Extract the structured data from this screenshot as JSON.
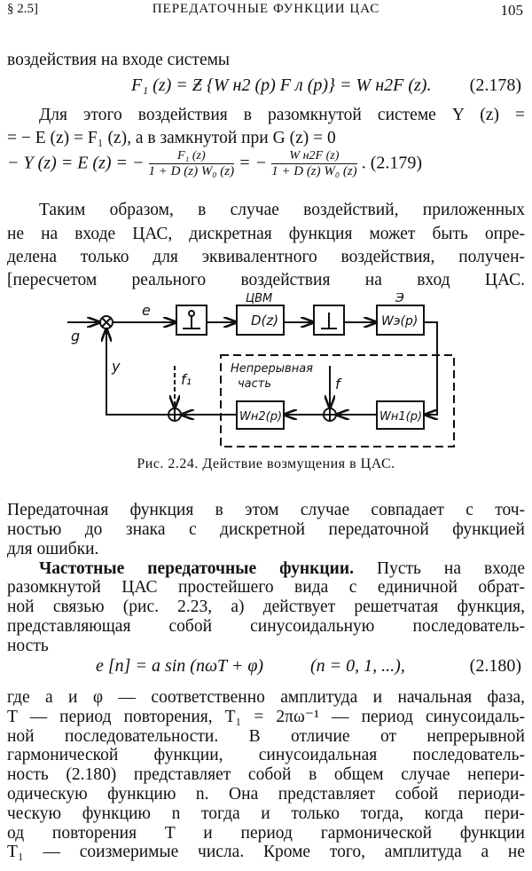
{
  "header": {
    "section": "§ 2.5]",
    "title": "ПЕРЕДАТОЧНЫЕ ФУНКЦИИ ЦАС",
    "page": "105"
  },
  "intro_line": "воздействия на входе системы",
  "eq_2178": {
    "formula": "F₁ (z) = Ƶ {W н2 (p) F л (p)} = W н2F (z).",
    "number": "(2.178)"
  },
  "para1": [
    "Для этого воздействия в разомкнутой системе Y (z) =",
    "= − E (z) = F₁ (z), а в замкнутой при G (z) = 0"
  ],
  "eq_2179": {
    "lhs": "− Y (z) = E (z) = −",
    "num1": "F₁ (z)",
    "den1": "1 + D (z) W₀ (z)",
    "mid": "= −",
    "num2": "W н2F (z)",
    "den2": "1 + D (z) W₀ (z)",
    "number": ". (2.179)"
  },
  "para2": [
    "Таким образом, в случае воздействий, приложенных",
    "не на входе ЦАС, дискретная функция может быть опре-",
    "делена только для эквивалентного воздействия, получен-",
    "[пересчетом реального воздействия на вход ЦАС."
  ],
  "figure": {
    "labels": {
      "g": "g",
      "e": "e",
      "y": "y",
      "f1": "f₁",
      "f": "f",
      "cvm": "ЦВМ",
      "e_block": "Э",
      "cont1": "Непрерывная",
      "cont2": "часть"
    },
    "blocks": {
      "sampler": "⫯",
      "dz": "D(z)",
      "hold": "⊥",
      "we": "Wэ(p)",
      "wn1": "Wн1(p)",
      "wn2": "Wн2(p)"
    },
    "caption": "Рис. 2.24. Действие возмущения в ЦАС."
  },
  "para3": [
    "Передаточная функция в этом случае совпадает с точ-",
    "ностью до знака с дискретной передаточной функцией",
    "для ошибки."
  ],
  "para4": {
    "bold": "Частотные передаточные функции.",
    "first": " Пусть на входе",
    "lines": [
      "разомкнутой ЦАС простейшего вида с единичной обрат-",
      "ной связью (рис. 2.23, а) действует решетчатая функция,",
      "представляющая собой синусоидальную последователь-",
      "ность"
    ]
  },
  "eq_2180": {
    "formula": "e [n] = a sin (nωT + φ)",
    "cond": "(n = 0, 1, ...),",
    "number": "(2.180)"
  },
  "para5": [
    "где a и φ — соответственно амплитуда и начальная фаза,",
    "T — период повторения, T₁ = 2πω⁻¹ — период синусоидаль-",
    "ной последовательности. В отличие от непрерывной",
    "гармонической функции, синусоидальная последователь-",
    "ность (2.180) представляет собой в общем случае непери-",
    "одическую функцию n. Она представляет собой периоди-",
    "ческую функцию n тогда и только тогда, когда пери-",
    "од повторения T и период гармонической функции",
    "T₁ — соизмеримые числа. Кроме того, амплитуда a не"
  ]
}
